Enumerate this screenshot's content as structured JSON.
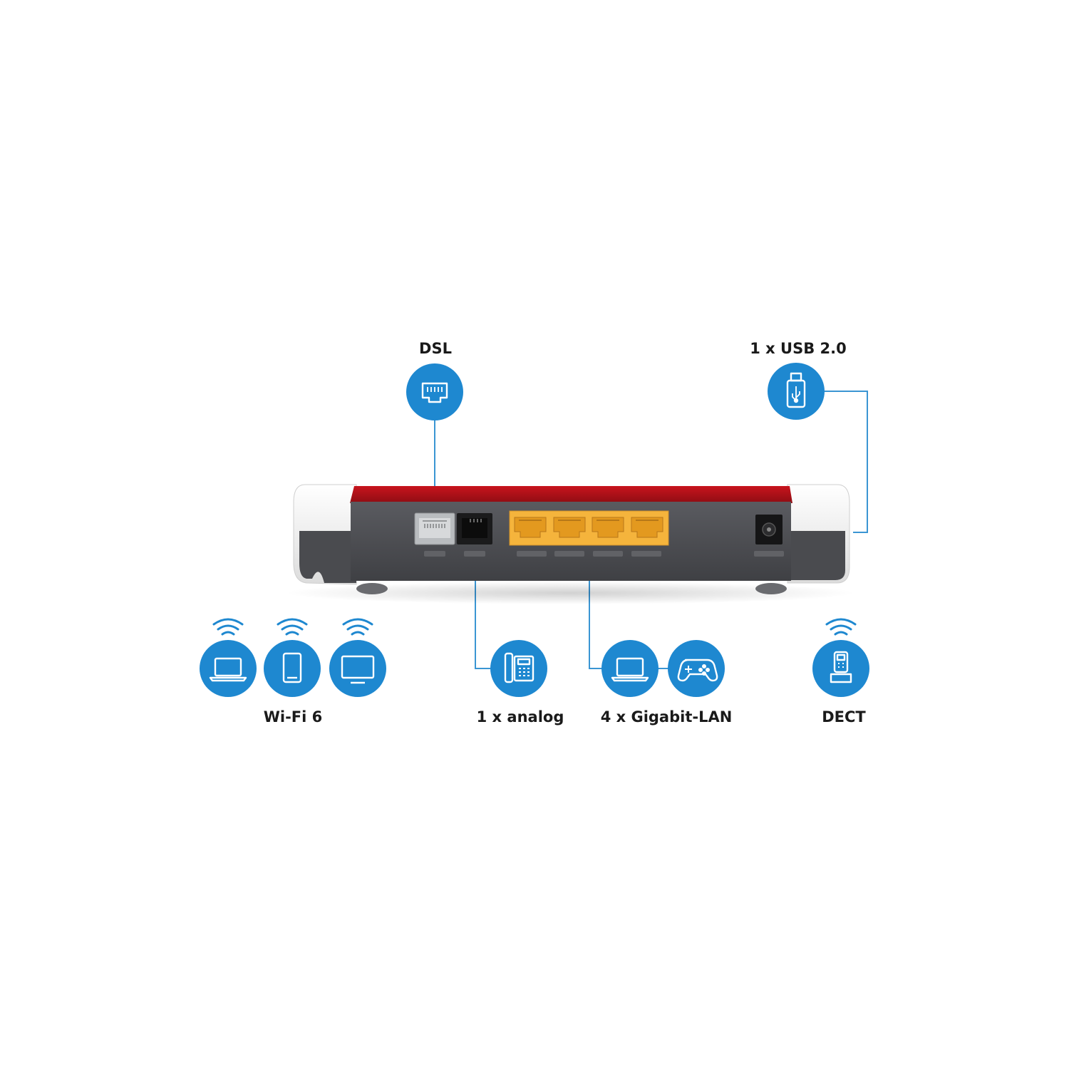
{
  "colors": {
    "accent_blue": "#1e88d0",
    "connector_line": "#3a95d3",
    "router_red": "#b3121b",
    "router_body": "#4e4f53",
    "router_white": "#f2f2f2",
    "lan_port_yellow": "#f5b43c"
  },
  "labels": {
    "dsl": "DSL",
    "usb": "1 x USB 2.0",
    "wifi": "Wi-Fi 6",
    "analog": "1 x analog",
    "lan": "4 x Gigabit-LAN",
    "dect": "DECT"
  },
  "icons": {
    "dsl": "ethernet-port-icon",
    "usb": "usb-stick-icon",
    "wifi_devices": [
      "laptop-icon",
      "smartphone-icon",
      "monitor-icon"
    ],
    "analog": "desk-phone-icon",
    "lan_devices": [
      "laptop-icon",
      "gamepad-icon"
    ],
    "dect": "cordless-phone-icon",
    "wireless": "wifi-waves-icon"
  }
}
